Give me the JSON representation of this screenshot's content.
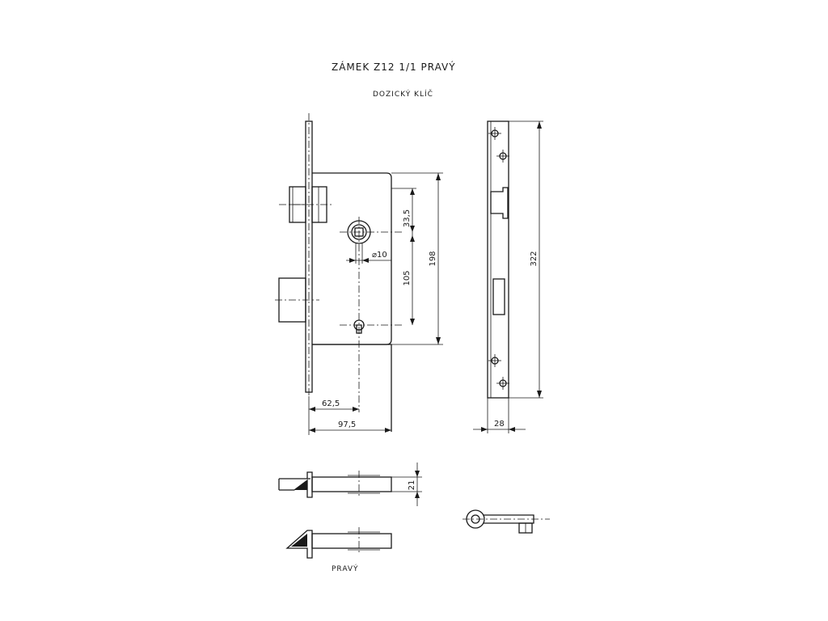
{
  "title": "ZÁMEK Z12   1/1   PRAVÝ",
  "subtitle": "DOZICKÝ KLÍČ",
  "side_label": "PRAVÝ",
  "dimensions": {
    "d33_5": "33,5",
    "d10": "⌀10",
    "d105": "105",
    "d198": "198",
    "d62_5": "62,5",
    "d97_5": "97,5",
    "d322": "322",
    "d28": "28",
    "d21": "21"
  }
}
